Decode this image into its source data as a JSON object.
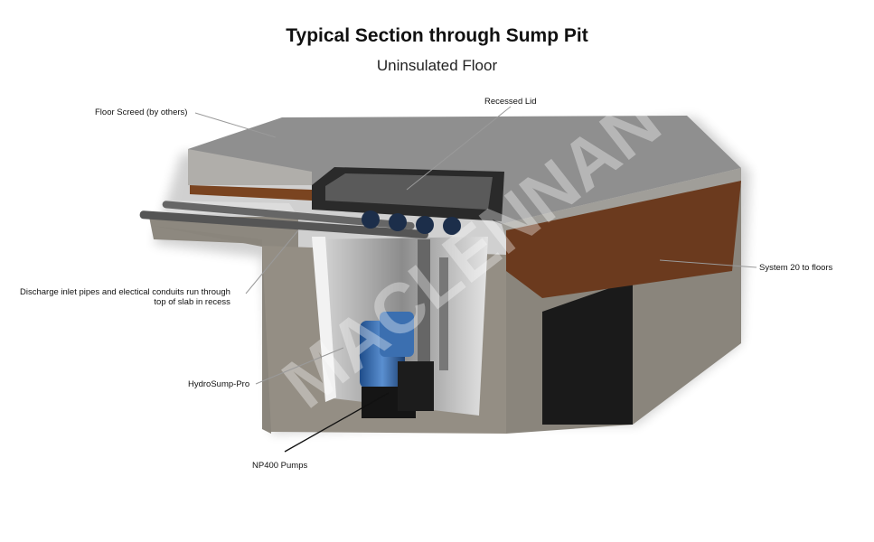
{
  "title": "Typical Section through Sump Pit",
  "subtitle": "Uninsulated Floor",
  "labels": {
    "floor_screed": "Floor Screed (by others)",
    "recessed_lid": "Recessed Lid",
    "system20": "System 20 to floors",
    "discharge_line1": "Discharge inlet pipes  and electical conduits run through",
    "discharge_line2": "top of slab in recess",
    "hydrosump": "HydroSump-Pro",
    "np400": "NP400 Pumps"
  },
  "watermark": "MACLENNAN",
  "colors": {
    "concrete": "#8a857c",
    "screed": "#8f8f8f",
    "insulation": "#6b3a1e",
    "pump": "#3b6fb0",
    "lid": "#3a3a3a"
  }
}
